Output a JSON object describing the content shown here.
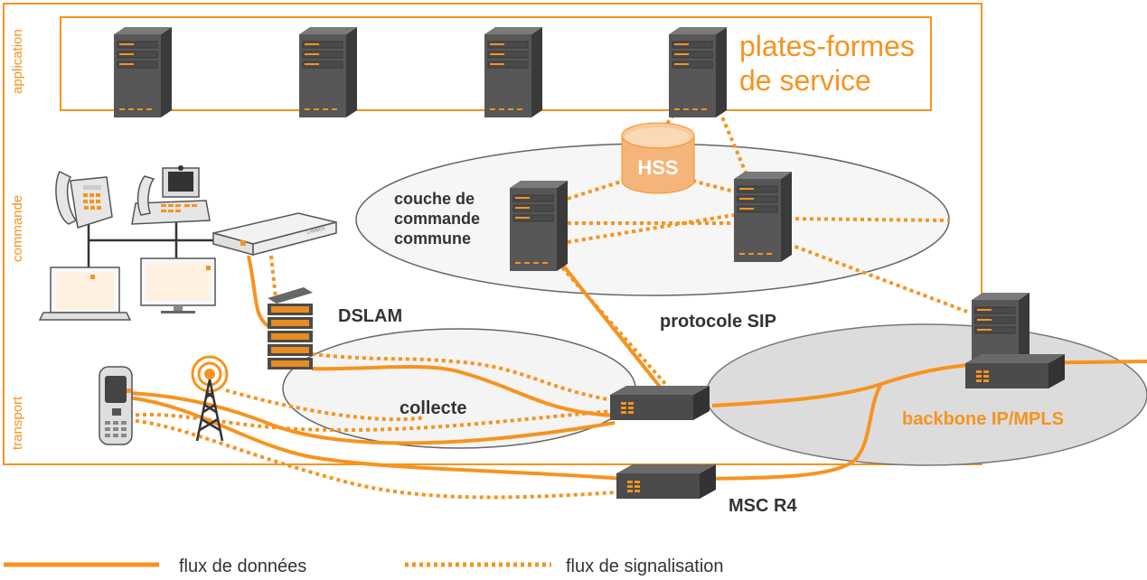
{
  "colors": {
    "accent": "#f7931e",
    "server_dark": "#4a4a4a",
    "server_mid": "#5c5c5c",
    "ellipse_fill_light": "#f2f2f2",
    "backbone_fill": "#dcdcdc",
    "hss_fill": "#f5b57a",
    "text_dark": "#333333"
  },
  "layers": {
    "application": "application",
    "commande": "commande",
    "transport": "transport"
  },
  "labels": {
    "service_platforms_line1": "plates-formes",
    "service_platforms_line2": "de service",
    "hss": "HSS",
    "control_layer_line1": "couche de",
    "control_layer_line2": "commande",
    "control_layer_line3": "commune",
    "dslam": "DSLAM",
    "sip": "protocole SIP",
    "collecte": "collecte",
    "backbone": "backbone IP/MPLS",
    "msc": "MSC R4",
    "box_brand": "LAMBOX"
  },
  "legend": {
    "data_flow": "flux de données",
    "signal_flow": "flux de signalisation"
  },
  "icons": [
    "server-icon",
    "database-icon",
    "desk-phone-icon",
    "video-phone-icon",
    "internet-box-icon",
    "laptop-icon",
    "monitor-icon",
    "dslam-icon",
    "antenna-icon",
    "mobile-phone-icon",
    "router-icon"
  ]
}
